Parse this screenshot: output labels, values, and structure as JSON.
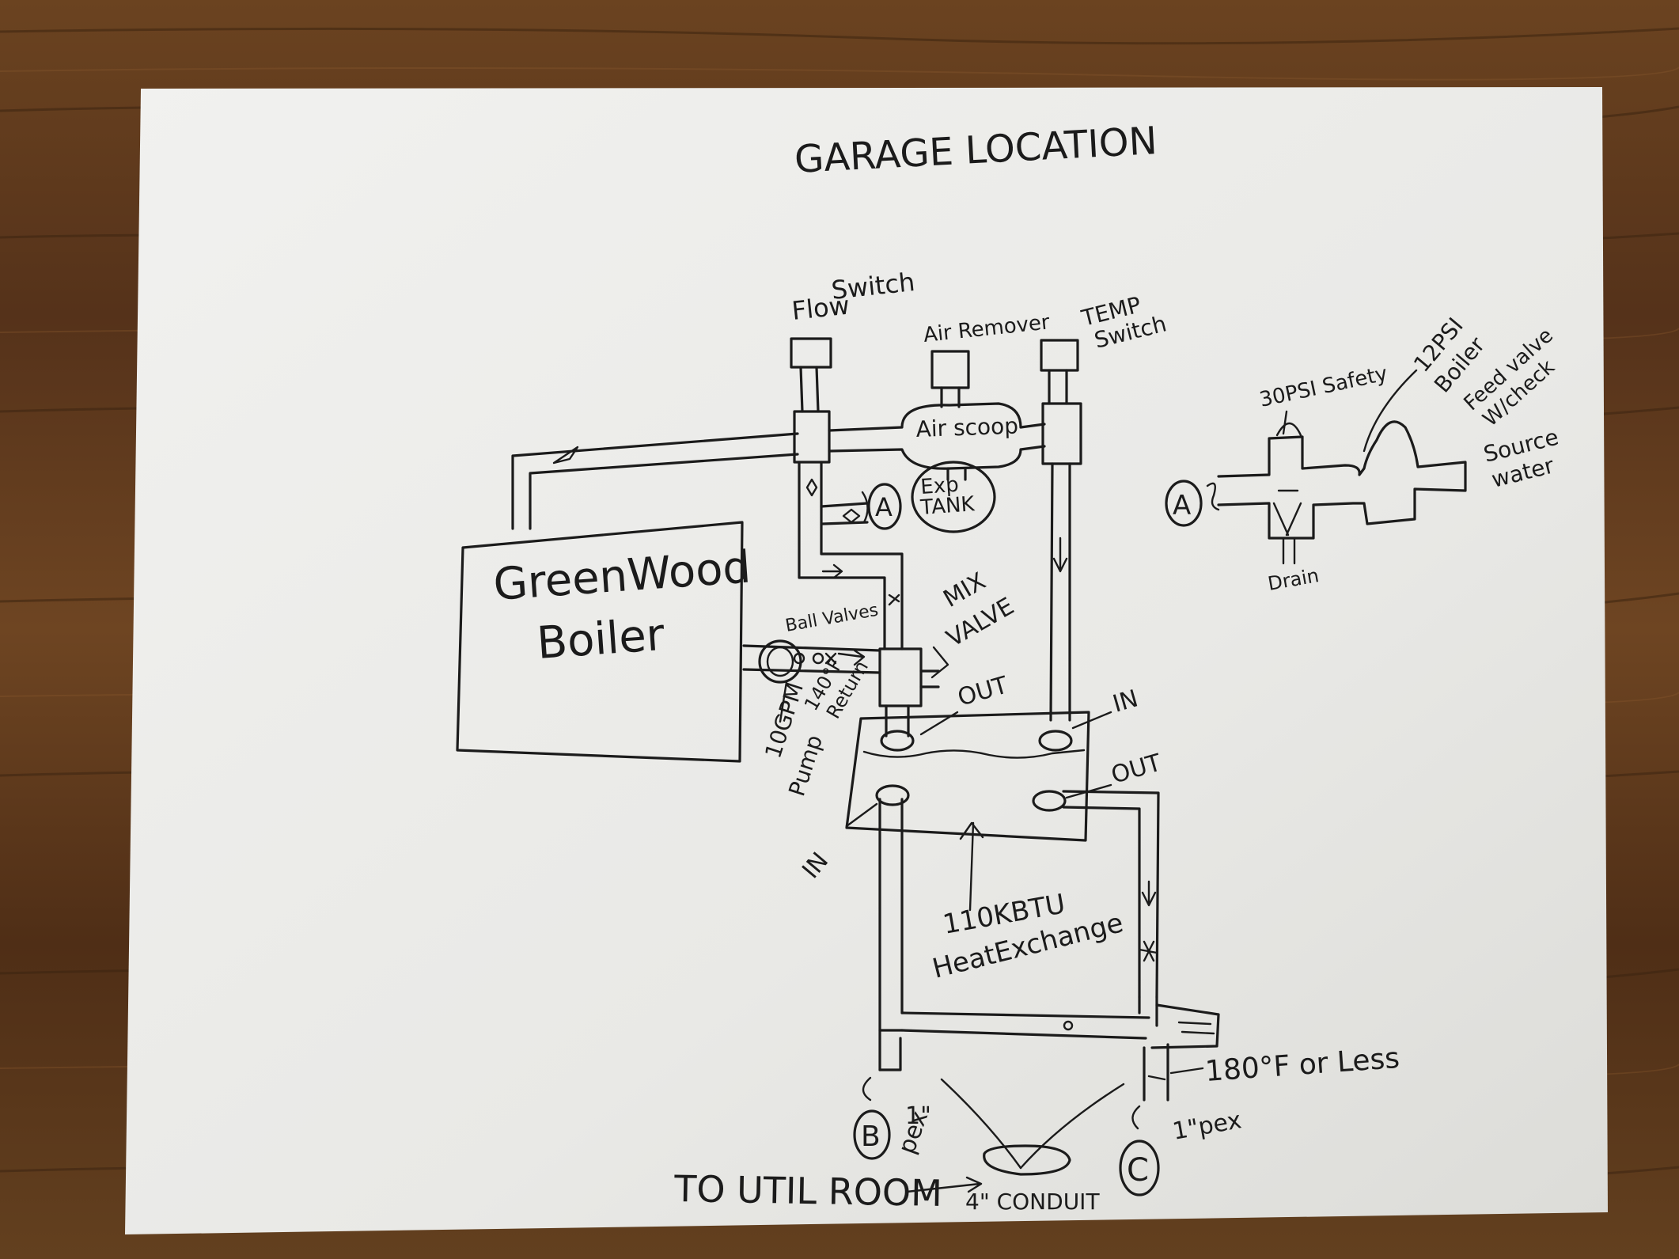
{
  "title": "GARAGE LOCATION",
  "boiler": {
    "line1": "GreenWood",
    "line2": "Boiler"
  },
  "top_components": {
    "flow_switch": {
      "line1": "Flow",
      "line2": "Switch"
    },
    "air_remover": "Air Remover",
    "temp_switch": {
      "line1": "TEMP",
      "line2": "Switch"
    }
  },
  "air_scoop": "Air scoop",
  "exp_tank": {
    "line1": "Exp",
    "line2": "TANK"
  },
  "mix_valve": {
    "line1": "MIX",
    "line2": "VALVE"
  },
  "ball_valves": "Ball Valves",
  "return_temp": {
    "line1": "140°F",
    "line2": "Return"
  },
  "pump": {
    "line1": "10GPM",
    "line2": "Pump"
  },
  "heat_exchanger": {
    "rating": "110KBTU",
    "name": "HeatExchange",
    "ports": [
      "OUT",
      "IN",
      "OUT",
      "IN"
    ]
  },
  "inset": {
    "marker": "A",
    "safety": "30PSI Safety",
    "feed_valve": {
      "line1": "12PSI",
      "line2": "Boiler",
      "line3": "Feed valve",
      "line4": "W/check"
    },
    "source": {
      "line1": "Source",
      "line2": "water"
    },
    "drain": "Drain"
  },
  "markers": {
    "a": "A",
    "b": "B",
    "c": "C"
  },
  "temp_limit": "180°F or Less",
  "pex_b": {
    "line1": "1\"",
    "line2": "pex"
  },
  "pex_c": "1\"pex",
  "to_util": "TO UTIL ROOM",
  "conduit": "4\" CONDUIT"
}
